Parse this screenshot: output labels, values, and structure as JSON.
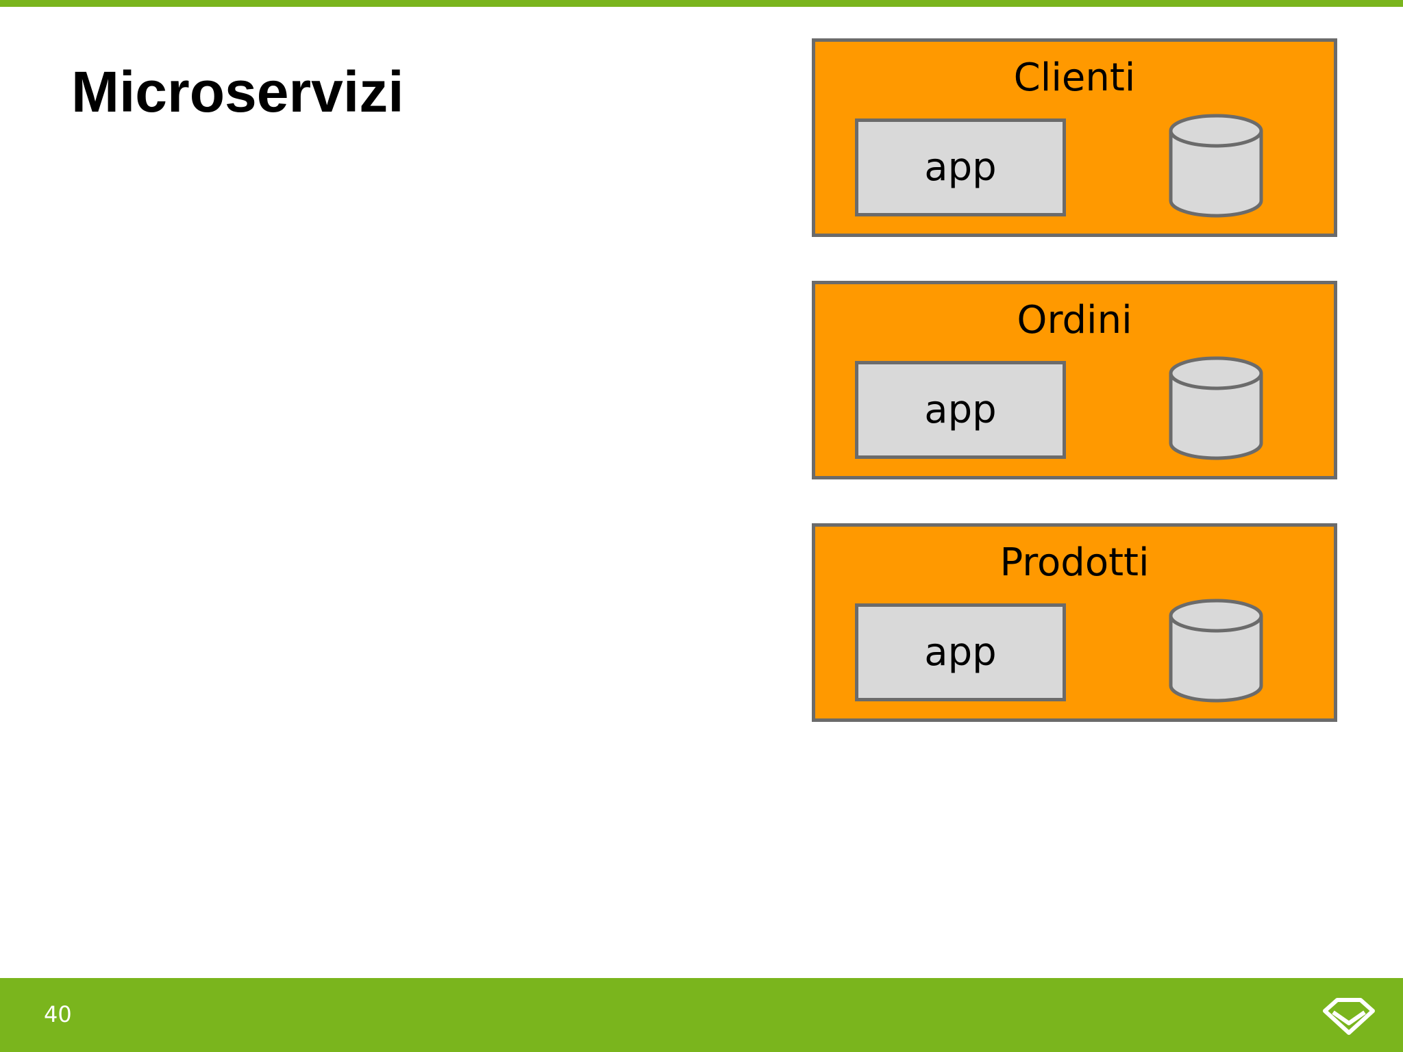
{
  "slide": {
    "title": "Microservizi",
    "page_number": "40"
  },
  "services": [
    {
      "name": "Clienti",
      "app_label": "app",
      "db_icon": "database-icon"
    },
    {
      "name": "Ordini",
      "app_label": "app",
      "db_icon": "database-icon"
    },
    {
      "name": "Prodotti",
      "app_label": "app",
      "db_icon": "database-icon"
    }
  ],
  "colors": {
    "accent_green": "#7ab51d",
    "service_orange": "#ff9900",
    "app_grey": "#d9d9d9",
    "border_grey": "#6b6b6b"
  },
  "footer": {
    "logo_icon": "diamond-logo-icon"
  }
}
